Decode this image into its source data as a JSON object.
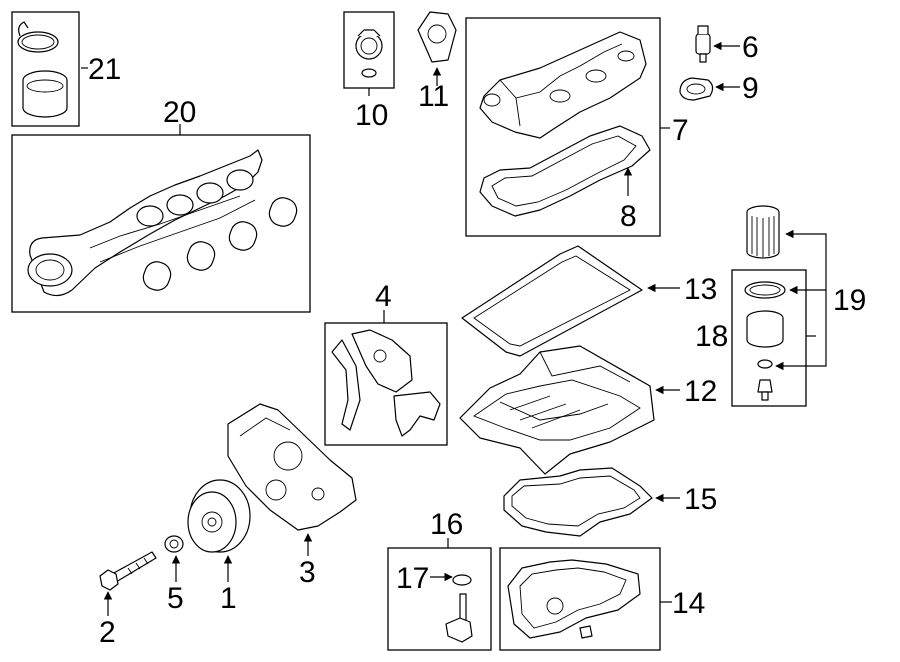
{
  "callouts": {
    "c1": "1",
    "c2": "2",
    "c3": "3",
    "c4": "4",
    "c5": "5",
    "c6": "6",
    "c7": "7",
    "c8": "8",
    "c9": "9",
    "c10": "10",
    "c11": "11",
    "c12": "12",
    "c13": "13",
    "c14": "14",
    "c15": "15",
    "c16": "16",
    "c17": "17",
    "c18": "18",
    "c19": "19",
    "c20": "20",
    "c21": "21"
  },
  "line_color": "#000000",
  "background_color": "#ffffff"
}
